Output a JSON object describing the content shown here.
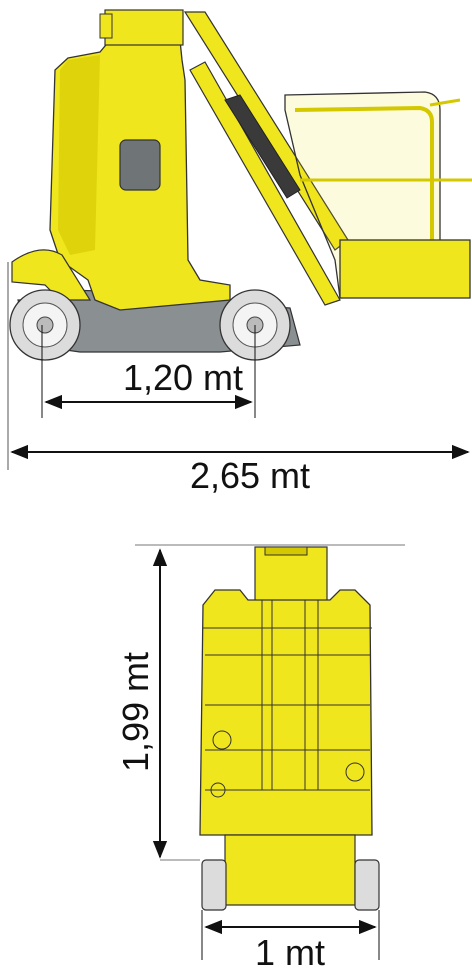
{
  "dimensions": {
    "wheelbase": "1,20 mt",
    "overall_length": "2,65 mt",
    "height": "1,99 mt",
    "width": "1 mt"
  },
  "colors": {
    "machine_body": "#f0e61e",
    "machine_shadow": "#d4c800",
    "tire": "#dcdcdc",
    "chassis_grey": "#8a8f91",
    "outline": "#222222",
    "dimension_line": "#111111"
  }
}
